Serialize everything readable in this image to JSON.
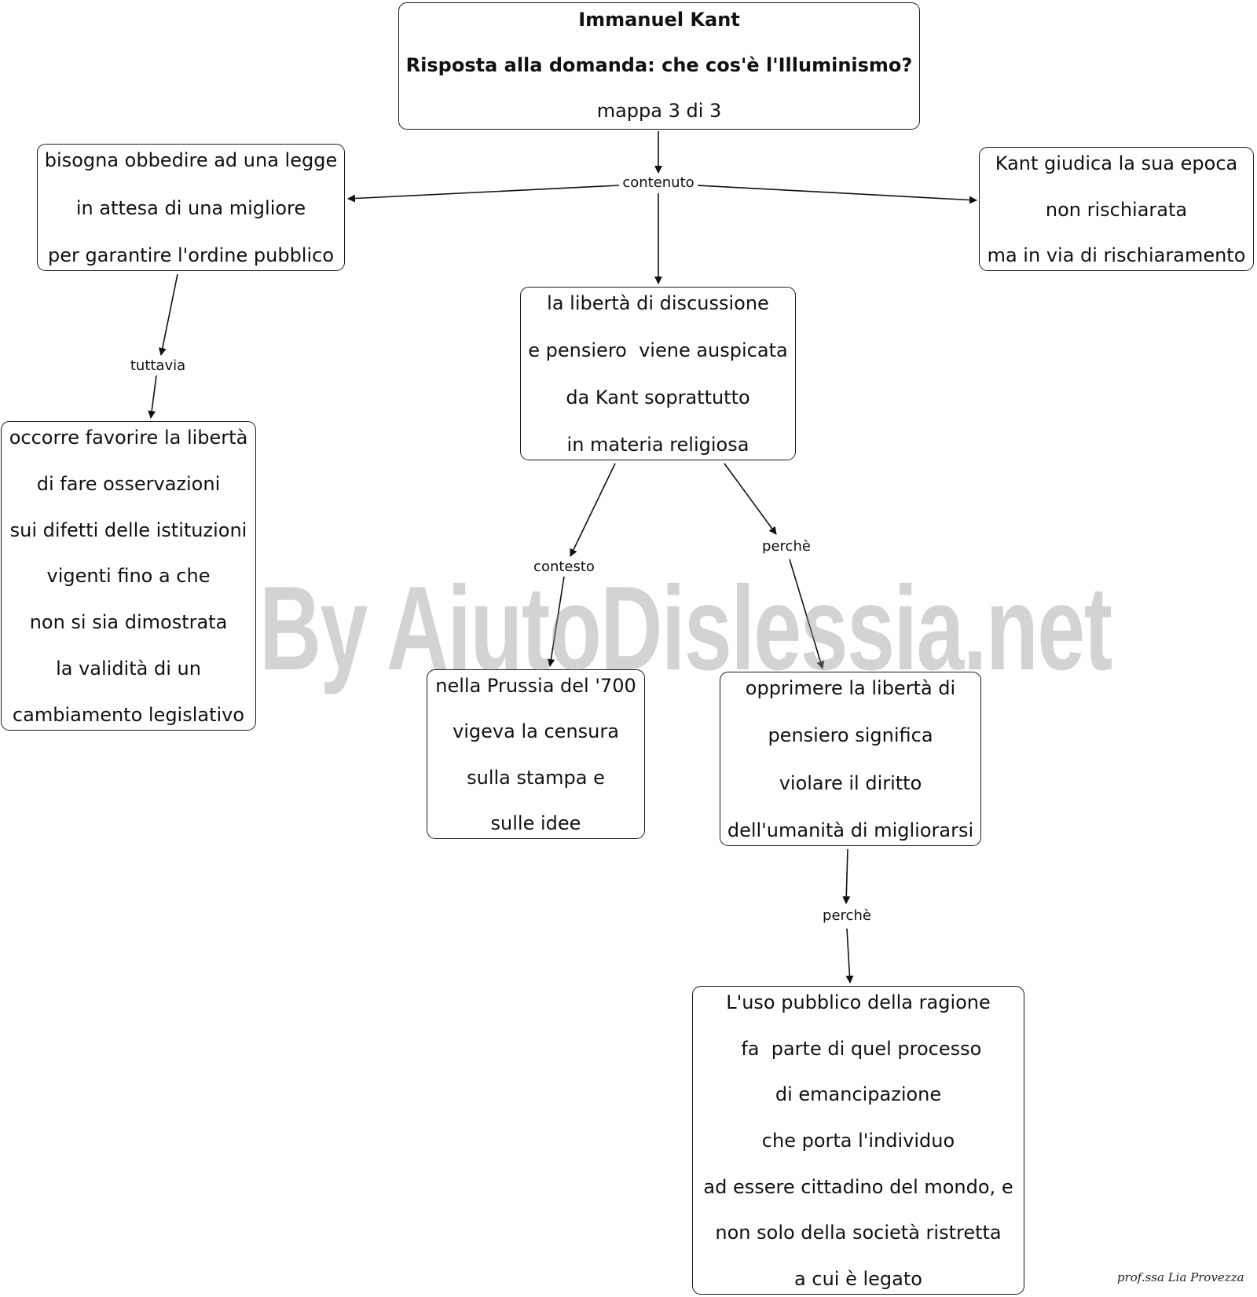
{
  "diagram": {
    "nodes": {
      "root": {
        "lines": [
          "Immanuel Kant",
          "Risposta alla domanda: che cos'è l'Illuminismo?",
          "mappa 3 di 3"
        ]
      },
      "obbedire": {
        "lines": [
          "bisogna obbedire ad una legge",
          "in attesa di una migliore",
          "per garantire l'ordine pubblico"
        ]
      },
      "epoca": {
        "lines": [
          "Kant giudica la sua epoca",
          "non rischiarata",
          "ma in via di rischiaramento"
        ]
      },
      "liberta": {
        "lines": [
          "la libertà di discussione",
          "e pensiero  viene auspicata",
          "da Kant soprattutto",
          "in materia religiosa"
        ]
      },
      "favorire": {
        "lines": [
          "occorre favorire la libertà",
          "di fare osservazioni",
          "sui difetti delle istituzioni",
          "vigenti fino a che",
          "non si sia dimostrata",
          "la validità di un",
          "cambiamento legislativo"
        ]
      },
      "prussia": {
        "lines": [
          "nella Prussia del '700",
          "vigeva la censura",
          "sulla stampa e",
          "sulle idee"
        ]
      },
      "opprimere": {
        "lines": [
          "opprimere la libertà di",
          "pensiero significa",
          "violare il diritto",
          "dell'umanità di migliorarsi"
        ]
      },
      "uso": {
        "lines": [
          "L'uso pubblico della ragione",
          " fa  parte di quel processo",
          "di emancipazione",
          "che porta l'individuo",
          "ad essere cittadino del mondo, e",
          "non solo della società ristretta",
          "a cui è legato"
        ]
      }
    },
    "link_labels": {
      "contenuto": "contenuto",
      "tuttavia": "tuttavia",
      "contesto": "contesto",
      "perche_1": "perchè",
      "perche_2": "perchè"
    },
    "watermark": "By AiutoDislessia.net",
    "signature": "prof.ssa Lia Provezza",
    "colors": {
      "line": "#111111",
      "border": "#1a1a1a",
      "background": "#ffffff",
      "watermark": "#969696"
    }
  }
}
